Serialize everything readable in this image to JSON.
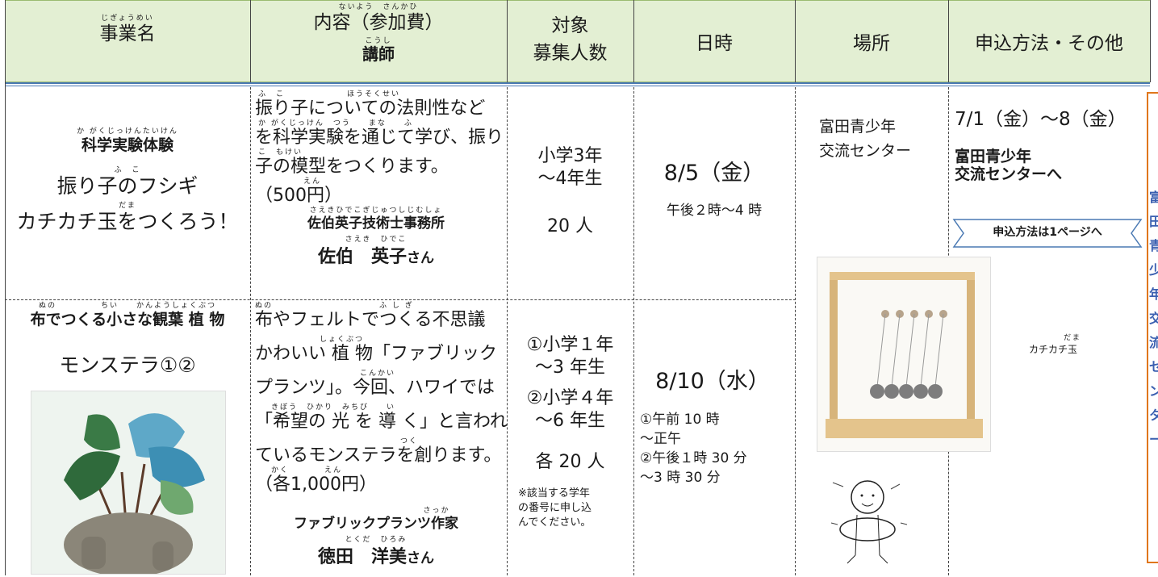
{
  "header": {
    "col1": {
      "ruby": "じぎょうめい",
      "label": "事業名"
    },
    "col2": {
      "ruby": "ないよう　さんかひ",
      "label": "内容（参加費）",
      "ruby2": "こうし",
      "label2": "講師"
    },
    "col3": {
      "line1": "対象",
      "line2": "募集人数"
    },
    "col4": {
      "label": "日時"
    },
    "col5": {
      "label": "場所"
    },
    "col6": {
      "label": "申込方法・その他"
    }
  },
  "row1": {
    "event": {
      "ruby1": "か がくじっけんたいけん",
      "title1": "科学実験体験",
      "ruby2": "ふ　こ",
      "title2": "振り子のフシギ",
      "ruby3": "だま",
      "title3": "カチカチ玉をつくろう！"
    },
    "content": {
      "ruby_a": "ふ　こ　　　　　　　ほうそくせい",
      "line1": "振り子についての法則性など",
      "ruby_b": "か がくじっけん　つう　　まな　　ふ",
      "line2": "を科学実験を通じて学び、振り",
      "ruby_c": "こ　もけい",
      "line3": "子の模型をつくります。",
      "ruby_d": "えん",
      "fee": "（500円）",
      "ruby_e": "さえきひでこぎじゅつしじむしょ",
      "lecturer_org": "佐伯英子技術士事務所",
      "ruby_f": "さえき　ひでこ",
      "lecturer_name": "佐伯　英子",
      "lecturer_suffix": "さん"
    },
    "target": {
      "line1": "小学3年",
      "line2": "～4年生",
      "count": "20 人"
    },
    "datetime": {
      "date": "8/5（金）",
      "time": "午後２時～4 時"
    },
    "place": {
      "line1": "富田青少年",
      "line2": "交流センター"
    },
    "apply": {
      "period": "7/1（金）～8（金）",
      "line1": "富田青少年",
      "line2": "交流センターへ",
      "banner": "申込方法は1ページへ"
    }
  },
  "row2": {
    "event": {
      "ruby1": "ぬの　　　　　ちい　　かんようしょくぶつ",
      "title1": "布でつくる小さな観葉 植 物",
      "title2": "モンステラ①②"
    },
    "content": {
      "ruby_a": "ぬの　　　　　　　　　　　　ふ し ぎ",
      "line1": "布やフェルトでつくる不思議",
      "ruby_b": "しょくぶつ",
      "line2": "かわいい 植 物「ファブリック",
      "ruby_c": "こんかい",
      "line3": "プランツ」。今回、ハワイでは",
      "ruby_d": "きぼう　ひかり　みちび　　い",
      "line4": "「希望の 光 を 導 く」と言われ",
      "ruby_e": "つく",
      "line5": "ているモンステラを創ります。",
      "ruby_f": "かく　　　　えん",
      "fee": "（各1,000円）",
      "ruby_g": "さっか",
      "lecturer_org": "ファブリックプランツ作家",
      "ruby_h": "とくだ　ひろみ",
      "lecturer_name": "徳田　洋美",
      "lecturer_suffix": "さん"
    },
    "target": {
      "line1": "①小学１年",
      "line2": "～3 年生",
      "line3": "②小学４年",
      "line4": "～6 年生",
      "count": "各 20 人",
      "note1": "※該当する学年",
      "note2": "の番号に申し込",
      "note3": "んでください。"
    },
    "datetime": {
      "date": "8/10（水）",
      "slot1a": "①午前 10 時",
      "slot1b": "～正午",
      "slot2a": "②午後１時 30 分",
      "slot2b": "～3 時 30 分"
    },
    "photo_caption_ruby": "だま",
    "photo_caption": "カチカチ玉"
  },
  "side_label": "富田青少年交流センター",
  "colors": {
    "header_bg": "#e3efd3",
    "rule": "#4a79b3",
    "side_border": "#e0761b",
    "side_text": "#3a5fb0"
  }
}
